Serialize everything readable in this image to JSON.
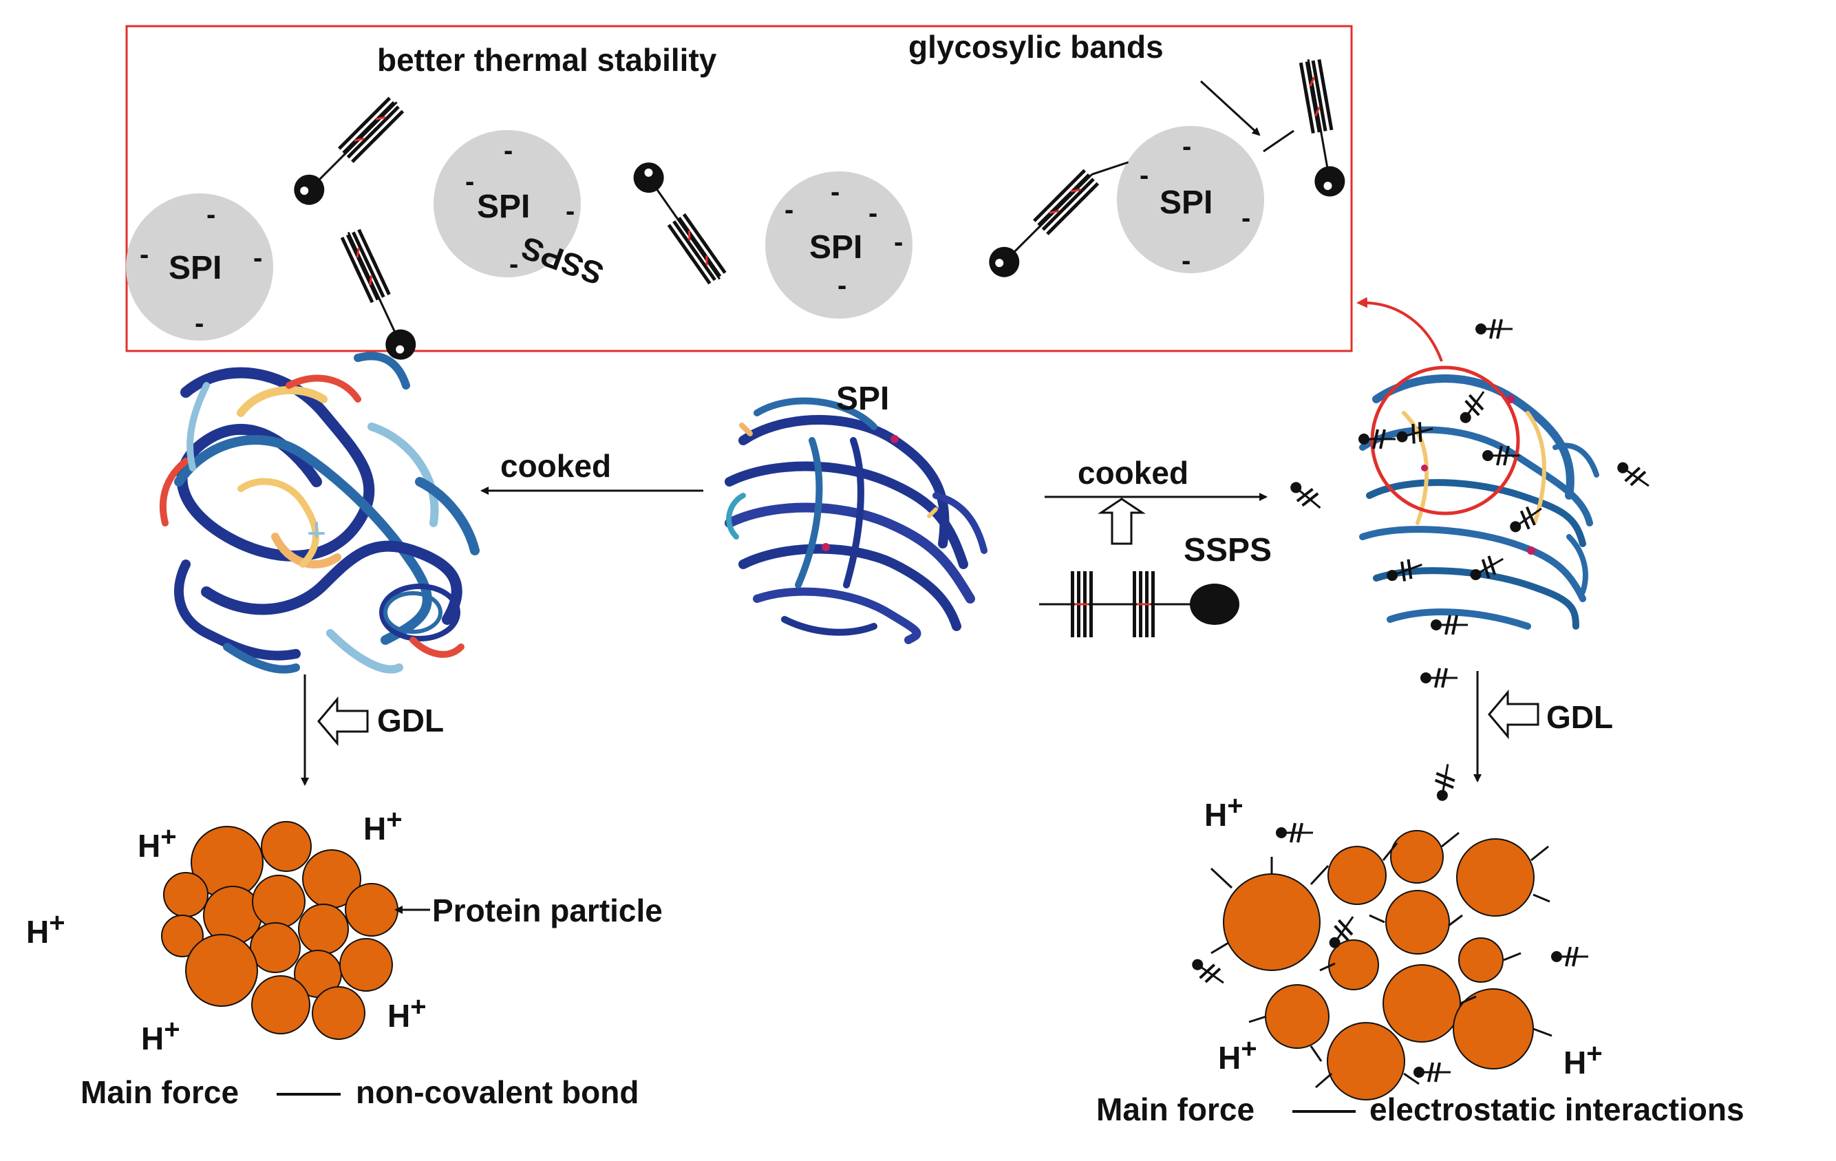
{
  "top_panel": {
    "title_left": "better thermal stability",
    "title_right": "glycosylic bands",
    "spi_label": "SPI",
    "sssps_label": "SSPS",
    "charge_sign": "-"
  },
  "center": {
    "spi_label": "SPI",
    "cooked_left": "cooked",
    "cooked_right": "cooked",
    "ssps_label": "SSPS"
  },
  "left_branch": {
    "gdl_label": "GDL",
    "ion": {
      "base": "H",
      "sup": "+"
    },
    "particle_label": "Protein particle",
    "force_label": "Main force",
    "force_value": "non-covalent bond"
  },
  "right_branch": {
    "gdl_label": "GDL",
    "ion": {
      "base": "H",
      "sup": "+"
    },
    "force_label": "Main force",
    "force_value": "electrostatic interactions"
  },
  "colors": {
    "frame": "#e0302c",
    "spi_circle": "#d3d3d3",
    "particle": "#e0670d",
    "protein_blue": "#1f3590",
    "protein_steel": "#2a6aa8",
    "accent_red": "#e0302c",
    "ink": "#111111"
  }
}
